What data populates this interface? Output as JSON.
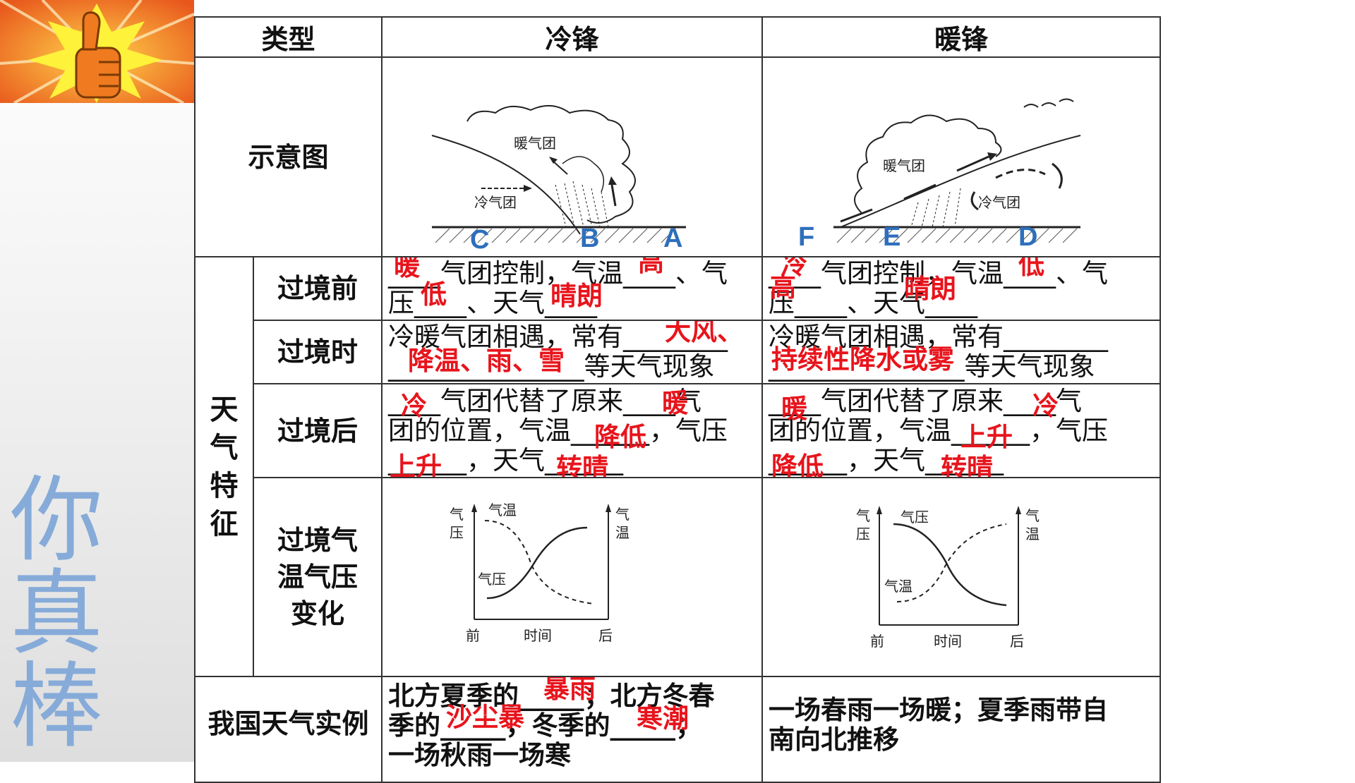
{
  "sidebar": {
    "slogan": [
      "你",
      "真",
      "棒"
    ]
  },
  "table": {
    "headers": {
      "type": "类型",
      "cold": "冷锋",
      "warm": "暖锋"
    },
    "row_diagram": {
      "label": "示意图",
      "cold": {
        "warm_mass": "暖气团",
        "cold_mass": "冷气团",
        "points": [
          "C",
          "B",
          "A"
        ]
      },
      "warm": {
        "warm_mass": "暖气团",
        "cold_mass": "冷气团",
        "points": [
          "F",
          "E",
          "D"
        ]
      }
    },
    "weather_features_label": [
      "天",
      "气",
      "特",
      "征"
    ],
    "before": {
      "label": "过境前",
      "line1": "____气团控制，气温____、气",
      "line2": "压____、天气____",
      "cold": {
        "a1": "暖",
        "a2": "高",
        "a3": "低",
        "a4": "晴朗"
      },
      "warm": {
        "a1": "冷",
        "a2": "低",
        "a3": "高",
        "a4": "晴朗"
      }
    },
    "during": {
      "label": "过境时",
      "line1": "冷暖气团相遇，常有________",
      "line2": "_______________等天气现象",
      "cold": {
        "a1": "大风、",
        "a2": "降温、雨、雪"
      },
      "warm": {
        "a1": "持续性降水或雾"
      }
    },
    "after": {
      "label": "过境后",
      "line1": "____气团代替了原来____气",
      "line2": "团的位置，气温______，气压",
      "line3": "______，天气______",
      "cold": {
        "a1": "冷",
        "a2": "暖",
        "a3": "降低",
        "a4": "上升",
        "a5": "转晴"
      },
      "warm": {
        "a1": "暖",
        "a2": "冷",
        "a3": "上升",
        "a4": "降低",
        "a5": "转晴"
      }
    },
    "change": {
      "label": [
        "过境气",
        "温气压",
        "变化"
      ],
      "cold": {
        "yl": "气\n压",
        "yr": "气\n温",
        "curve_temp": "气温",
        "curve_press": "气压",
        "x_start": "前",
        "x_mid": "时间",
        "x_end": "后"
      },
      "warm": {
        "yl": "气\n压",
        "yr": "气\n温",
        "curve_press": "气压",
        "curve_temp": "气温",
        "x_start": "前",
        "x_mid": "时间",
        "x_end": "后"
      }
    },
    "examples": {
      "label": "我国天气实例",
      "cold_line1": "北方夏季的_____；北方冬春",
      "cold_line2": "季的_____，冬季的_____；",
      "cold_line3": "一场秋雨一场寒",
      "cold_ans": {
        "a1": "暴雨",
        "a2": "沙尘暴",
        "a3": "寒潮"
      },
      "warm_line1": "一场春雨一场暖；夏季雨带自",
      "warm_line2": "南向北推移"
    }
  },
  "colors": {
    "answer": "#e8141c",
    "point_labels": "#2e6fbc",
    "slogan": "#86abd9"
  }
}
